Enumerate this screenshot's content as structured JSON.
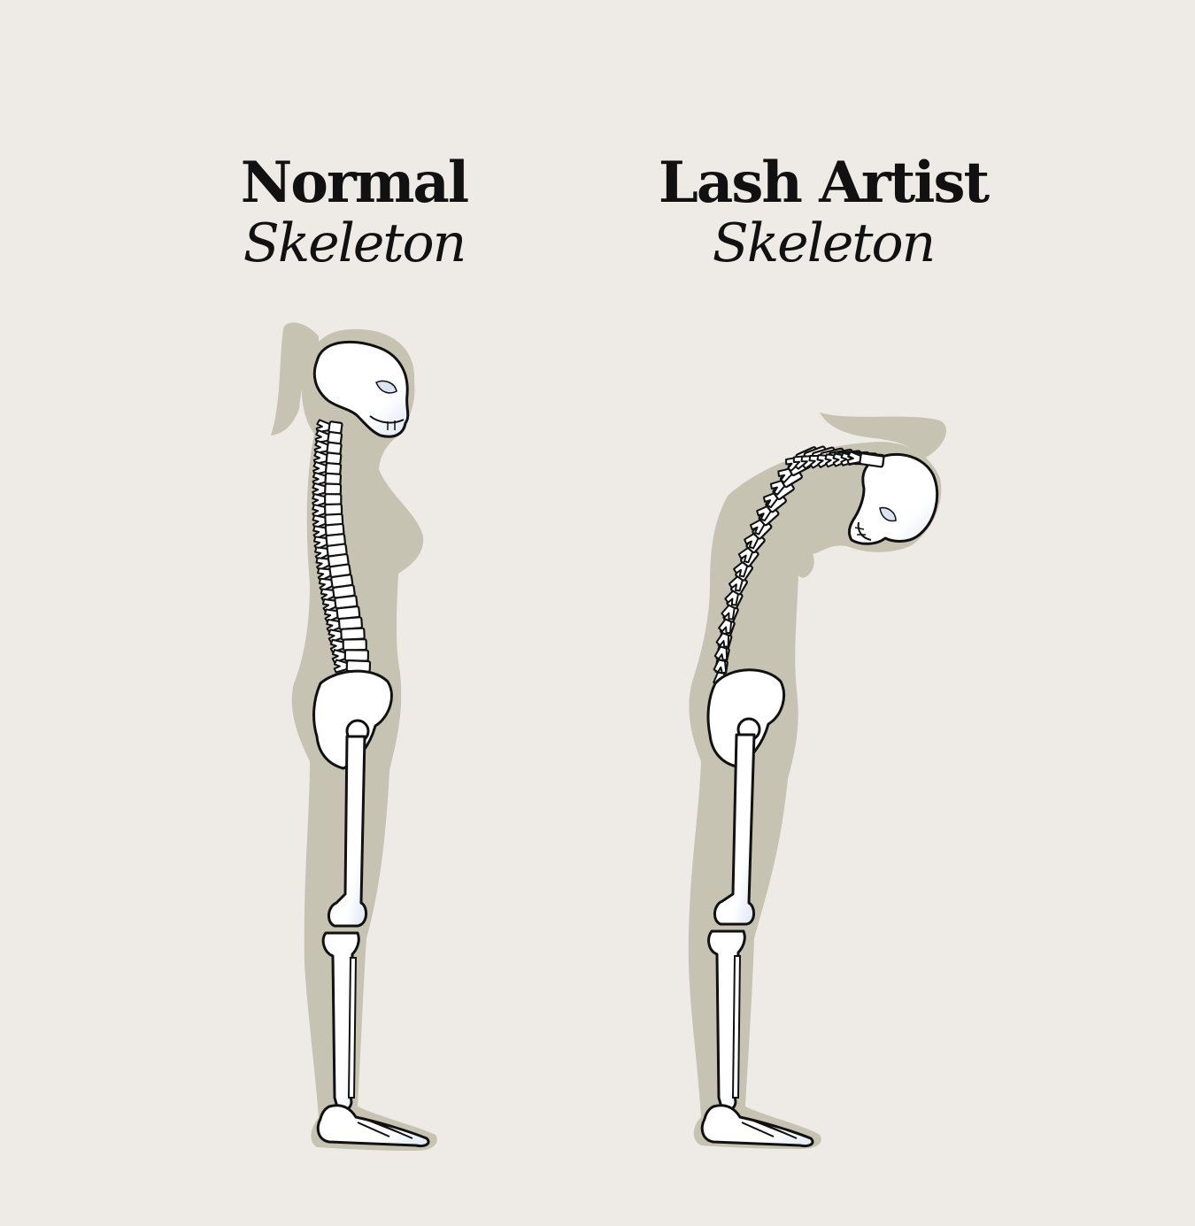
{
  "labels": {
    "normal": {
      "title": "Normal",
      "subtitle": "Skeleton"
    },
    "lash": {
      "title": "Lash Artist",
      "subtitle": "Skeleton"
    }
  },
  "colors": {
    "background": "#eeebe6",
    "silhouette": "#c6c3b3",
    "bone": "#ffffff",
    "bone_shade": "#dbe5f2",
    "outline": "#111111",
    "text": "#111111"
  },
  "figures": [
    {
      "id": "normal",
      "posture": "upright"
    },
    {
      "id": "lash",
      "posture": "hunched-forward"
    }
  ]
}
